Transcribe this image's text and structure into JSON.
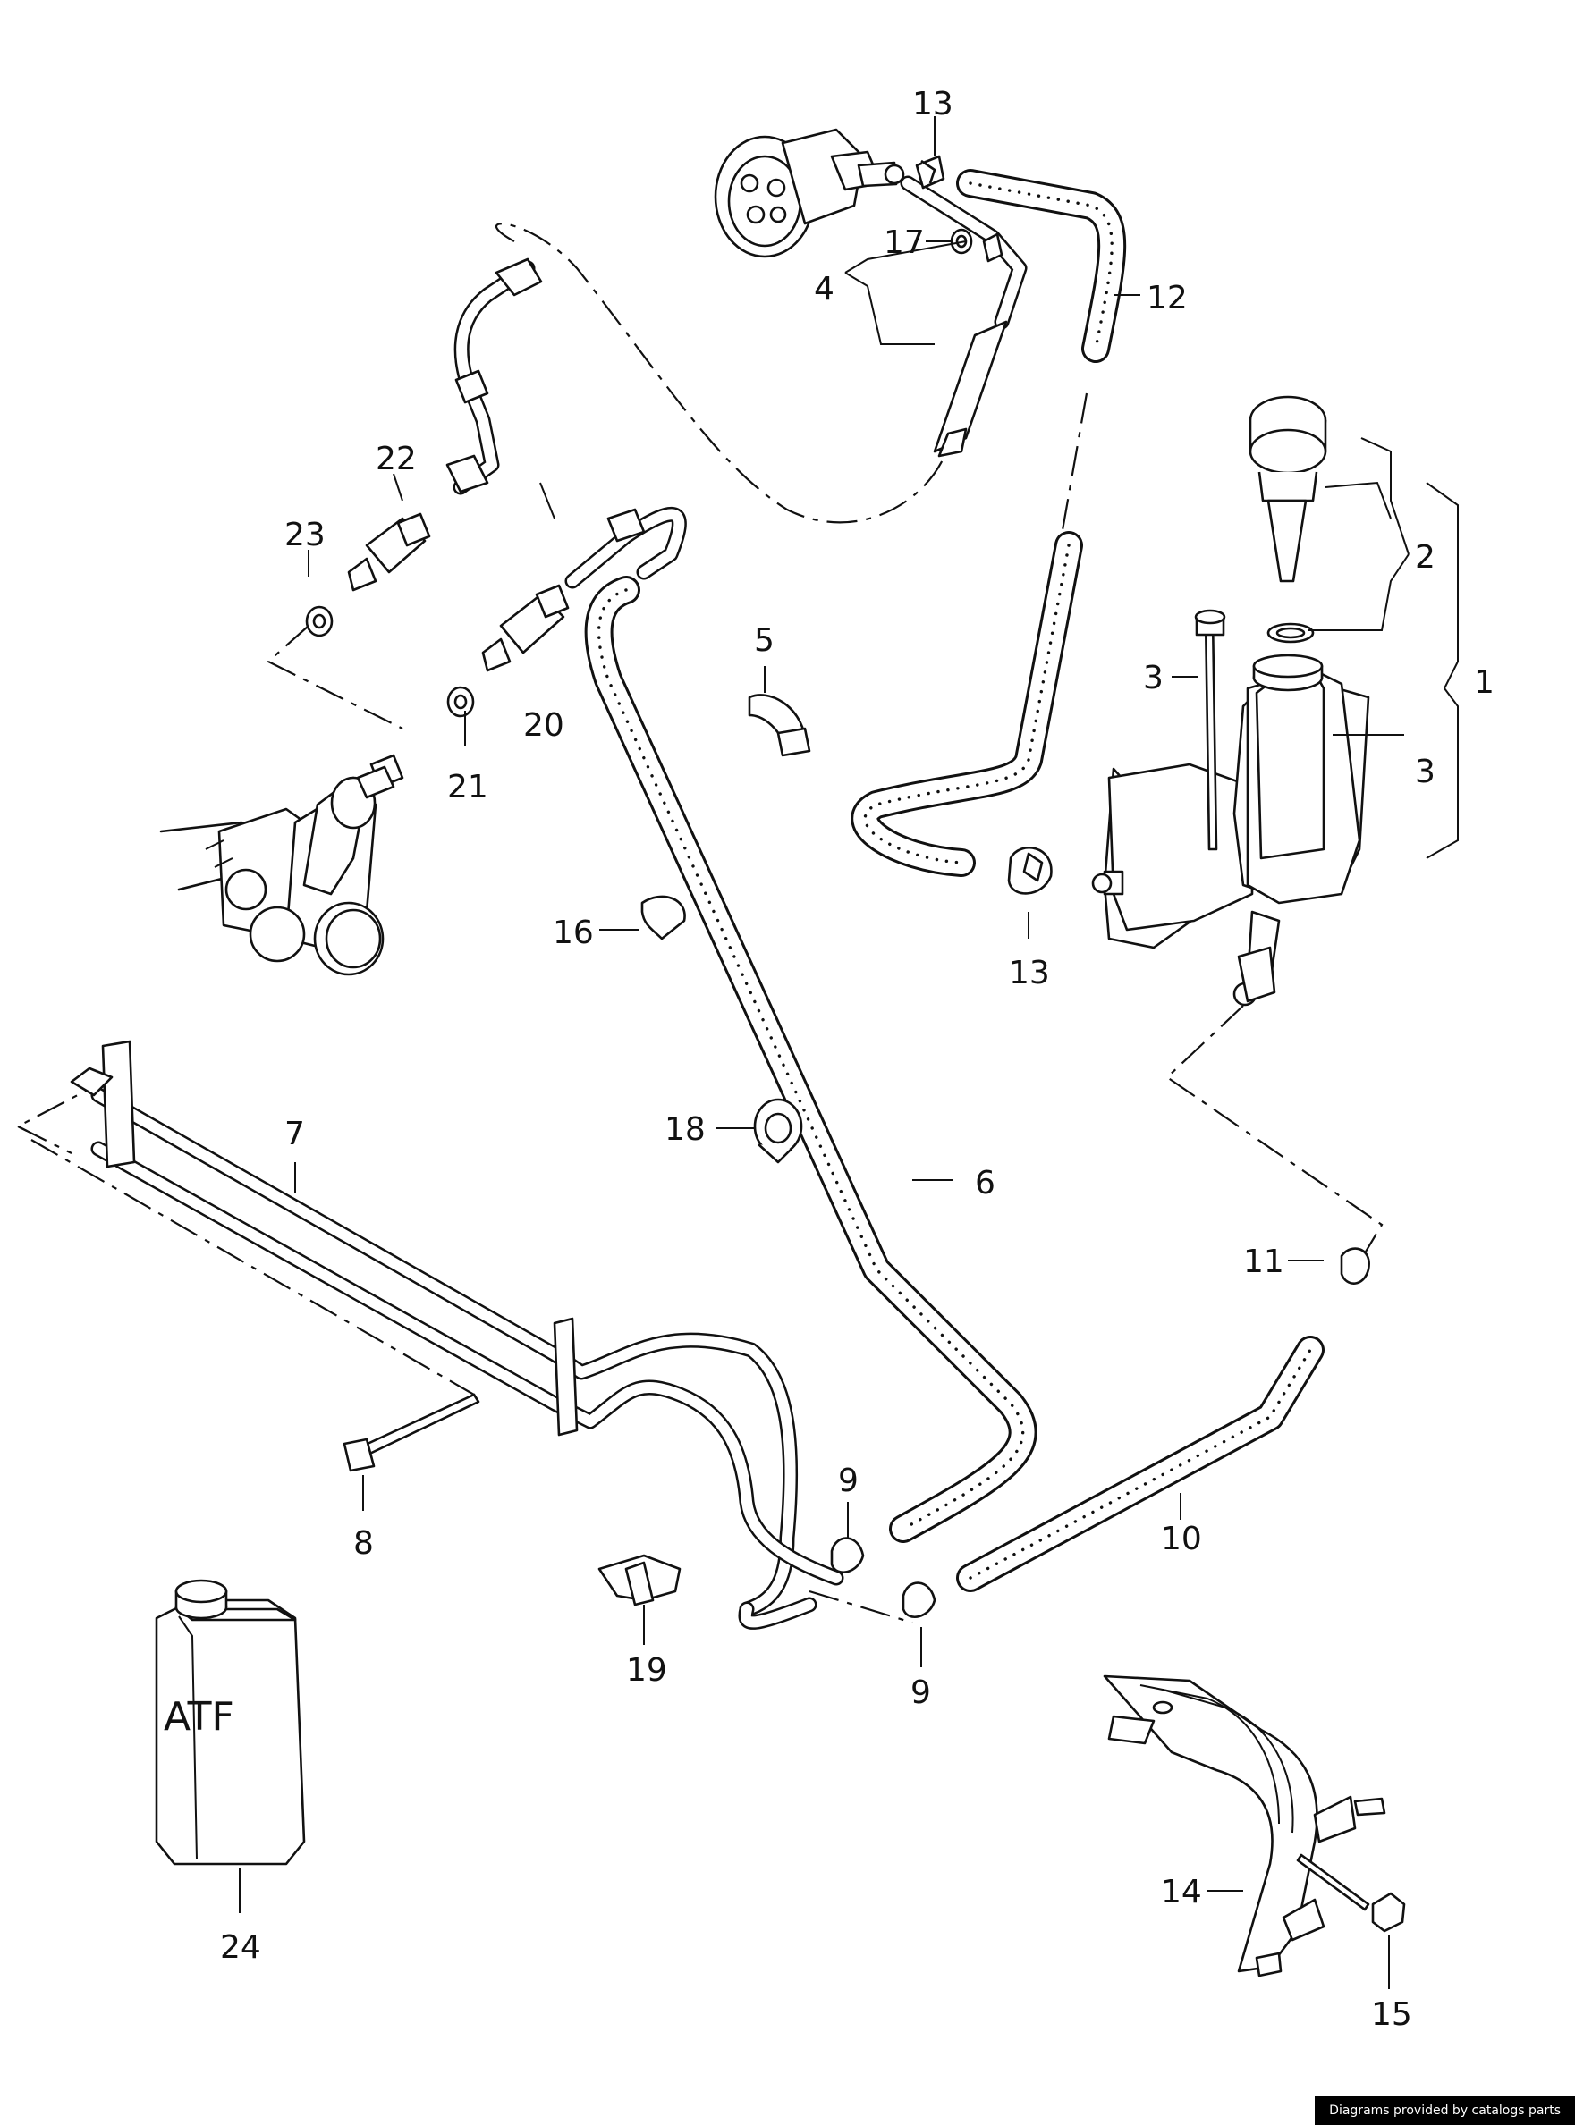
{
  "callouts": {
    "c1": "1",
    "c2": "2",
    "c3a": "3",
    "c3b": "3",
    "c4": "4",
    "c5": "5",
    "c6": "6",
    "c7": "7",
    "c8": "8",
    "c9a": "9",
    "c9b": "9",
    "c10": "10",
    "c11": "11",
    "c12": "12",
    "c13a": "13",
    "c13b": "13",
    "c14": "14",
    "c15": "15",
    "c16": "16",
    "c17": "17",
    "c18": "18",
    "c19": "19",
    "c20": "20",
    "c21": "21",
    "c22": "22",
    "c23": "23",
    "c24": "24"
  },
  "bottle_label": "ATF",
  "credit": "Diagrams provided by catalogs parts"
}
